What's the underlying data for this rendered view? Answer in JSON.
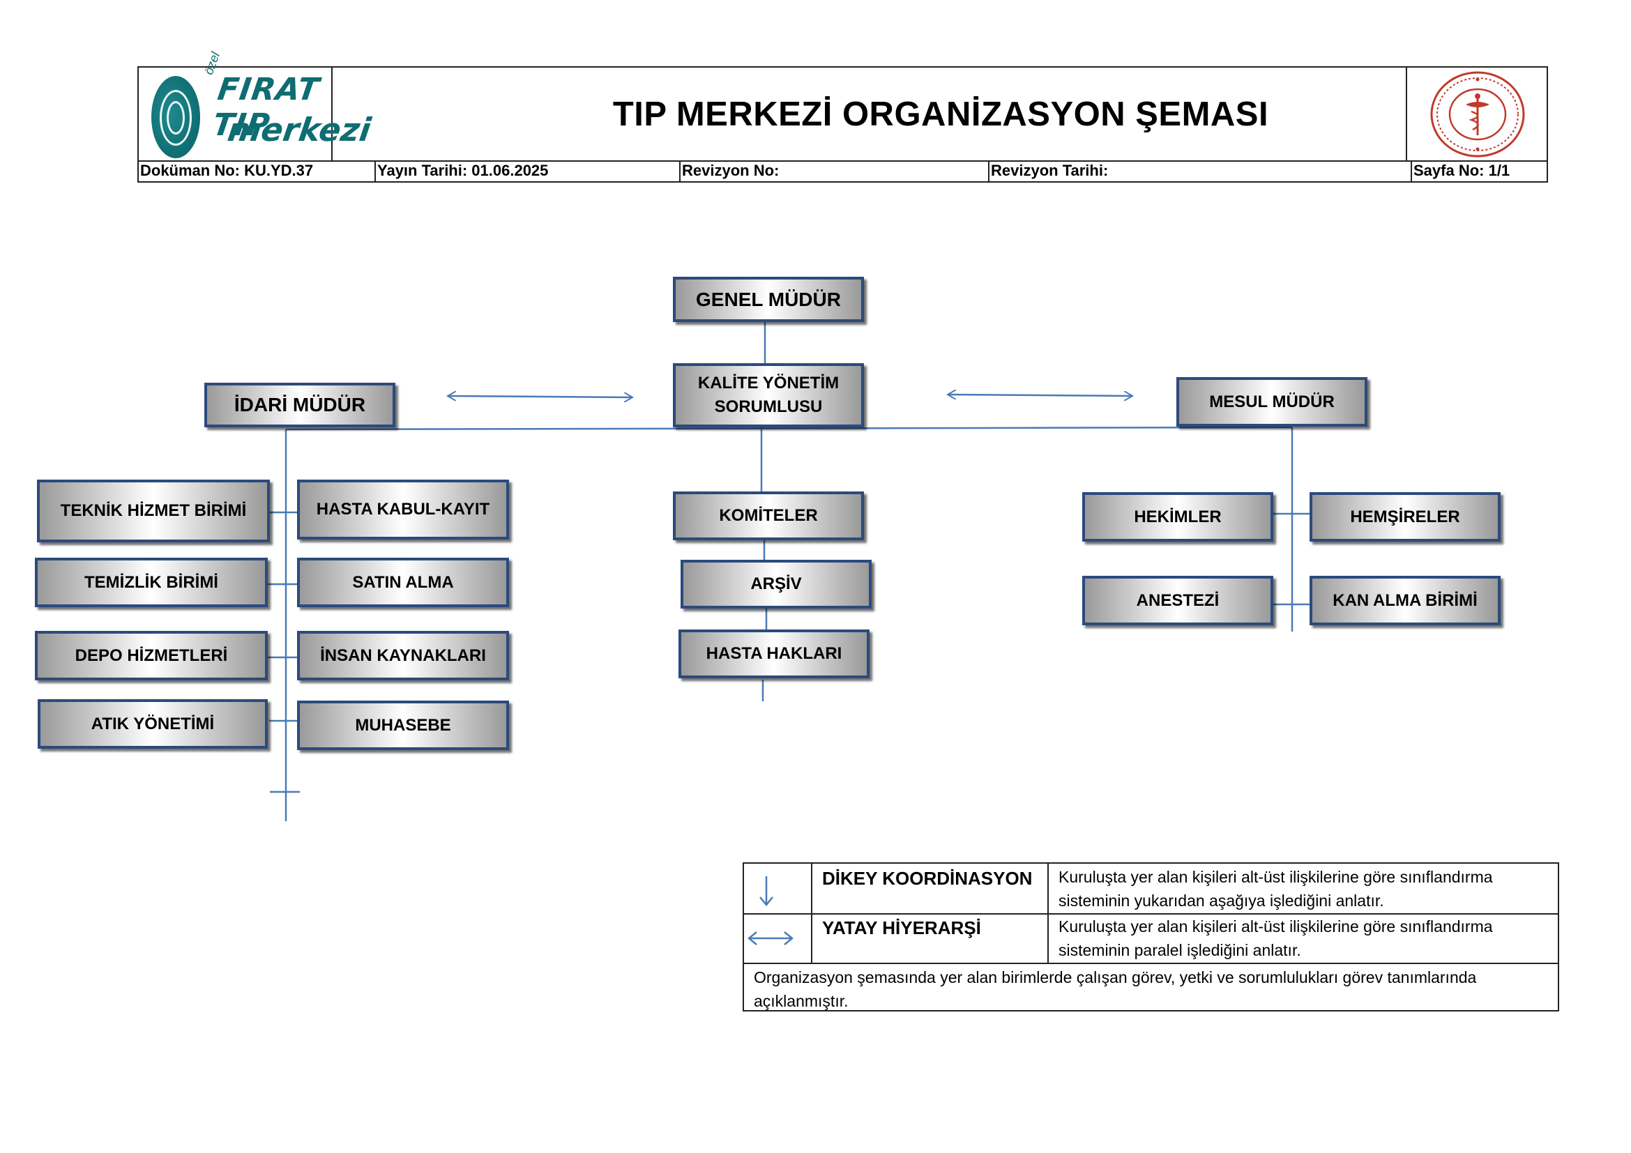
{
  "header": {
    "logo": {
      "ozel": "özel",
      "line1": "FIRAT TIP",
      "line2": "MERKEZİ"
    },
    "title": "TIP MERKEZİ ORGANİZASYON ŞEMASI",
    "document_no": "Doküman No: KU.YD.37",
    "publish_date": "Yayın Tarihi: 01.06.2025",
    "revision_no": "Revizyon No:",
    "revision_date": "Revizyon Tarihi:",
    "page_no": "Sayfa No: 1/1"
  },
  "org": {
    "genel_mudur": "GENEL MÜDÜR",
    "kalite": [
      "KALİTE YÖNETİM",
      "SORUMLUSU"
    ],
    "idari_mudur": "İDARİ MÜDÜR",
    "mesul_mudur": "MESUL MÜDÜR",
    "idari_left": [
      "TEKNİK HİZMET BİRİMİ",
      "TEMİZLİK BİRİMİ",
      "DEPO HİZMETLERİ",
      "ATIK YÖNETİMİ"
    ],
    "idari_right": [
      "HASTA KABUL-KAYIT",
      "SATIN ALMA",
      "İNSAN KAYNAKLARI",
      "MUHASEBE"
    ],
    "center": [
      "KOMİTELER",
      "ARŞİV",
      "HASTA HAKLARI"
    ],
    "mesul_left": [
      "HEKİMLER",
      "ANESTEZİ"
    ],
    "mesul_right": [
      "HEMŞİRELER",
      "KAN ALMA BİRİMİ"
    ]
  },
  "legend": {
    "vertical_title": "DİKEY KOORDİNASYON",
    "vertical_desc": "Kuruluşta yer alan kişileri alt-üst ilişkilerine göre sınıflandırma sisteminin yukarıdan aşağıya işlediğini anlatır.",
    "horizontal_title": "YATAY HİYERARŞİ",
    "horizontal_desc": "Kuruluşta yer alan kişileri alt-üst ilişkilerine göre sınıflandırma sisteminin paralel işlediğini anlatır.",
    "note": "Organizasyon şemasında yer alan birimlerde çalışan görev, yetki ve sorumlulukları görev tanımlarında açıklanmıştır."
  },
  "colors": {
    "box_border": "#2c4a7c",
    "line": "#4a7ab8"
  }
}
